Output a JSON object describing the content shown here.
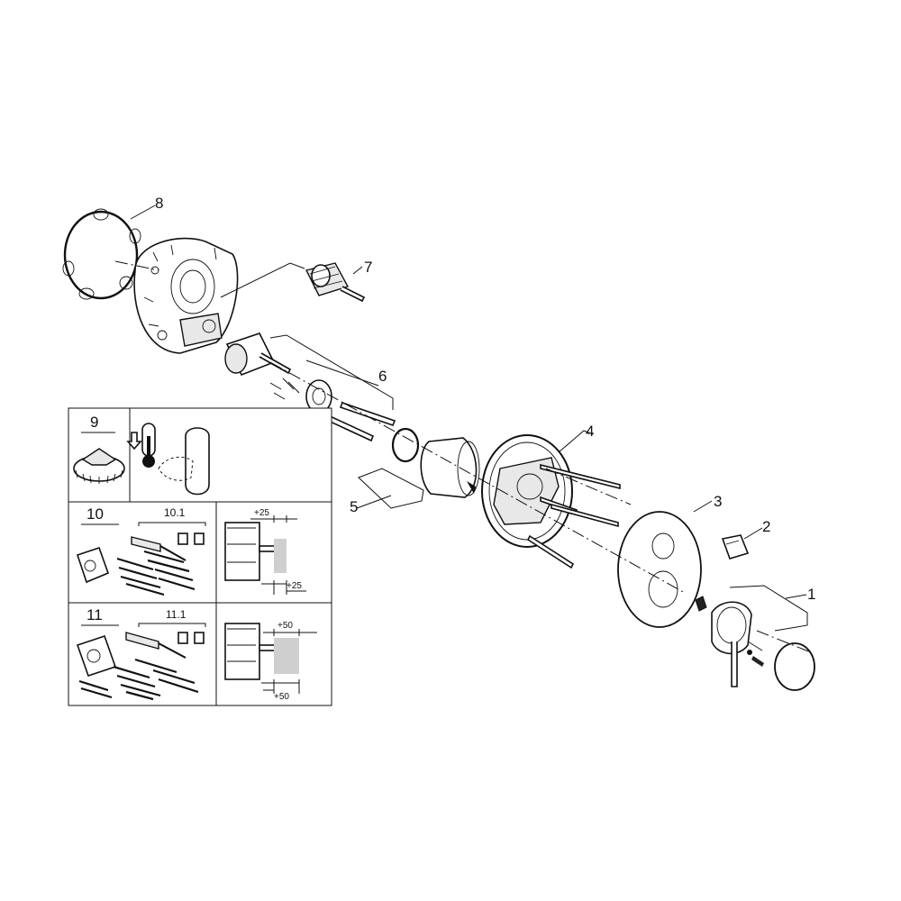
{
  "callouts": {
    "p1": "1",
    "p2": "2",
    "p3": "3",
    "p4": "4",
    "p5": "5",
    "p6": "6",
    "p7": "7",
    "p8": "8"
  },
  "inset": {
    "kit9": "9",
    "kit10": "10",
    "kit10_sub": "10.1",
    "kit10_dim_top": "+25",
    "kit10_dim_bottom": "+25",
    "kit11": "11",
    "kit11_sub": "11.1",
    "kit11_dim_top": "+50",
    "kit11_dim_bottom": "+50"
  }
}
